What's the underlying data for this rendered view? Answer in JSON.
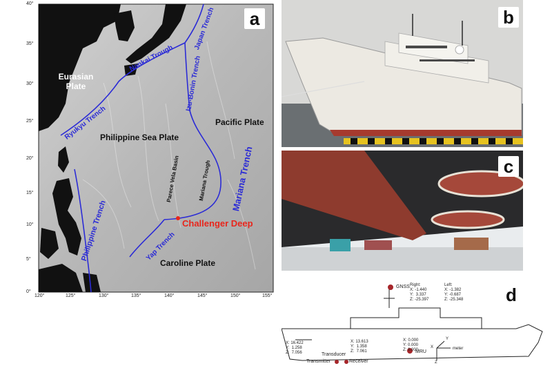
{
  "panels": {
    "a": {
      "letter": "a",
      "plates": {
        "eurasian_line1": "Eurasian",
        "eurasian_line2": "Plate",
        "philippine_sea": "Philippine Sea Plate",
        "pacific": "Pacific Plate",
        "caroline": "Caroline Plate"
      },
      "trenches": {
        "nankai": "Nankai Trough",
        "japan": "Japan Trench",
        "izu_bonin": "Izu-Bonin Trench",
        "ryukyu": "Ryukyu Trench",
        "parece_vela": "Parece Vela Basin",
        "mariana_trough": "Mariana Trough",
        "mariana_trench": "Mariana Trench",
        "philippine_trench": "Philippine Trench",
        "yap": "Yap Trench"
      },
      "challenger_deep": "Challenger Deep",
      "lat_ticks": [
        "40°",
        "35°",
        "30°",
        "25°",
        "20°",
        "15°",
        "10°",
        "5°",
        "0°"
      ],
      "lon_ticks": [
        "120°",
        "125°",
        "130°",
        "135°",
        "140°",
        "145°",
        "150°",
        "155°"
      ],
      "colors": {
        "trench_line": "#2b2bd6",
        "challenger": "#e8261c",
        "land": "#111111",
        "ocean": "#bdbdbd"
      }
    },
    "b": {
      "letter": "b"
    },
    "c": {
      "letter": "c"
    },
    "d": {
      "letter": "d",
      "gnss": "GNSS",
      "right_block": "Right:\nX: -1.440\nY:  3.337\nZ: -25.397",
      "left_block": "Left:\nX: -1.382\nY: -0.687\nZ: -25.348",
      "transmitter_coords": "X: 16.422\nY:  1.258\nZ:  7.056",
      "receiver_coords": "X: 13.613\nY:  1.358\nZ:  7.061",
      "mru_coords": "X: 0.000\nY: 0.000\nZ: 0.000",
      "transducer": "Transducer",
      "transmitter": "Transmitter",
      "receiver": "Receiver",
      "mru": "MRU",
      "axis_x": "X",
      "axis_y": "Y",
      "axis_z": "Z",
      "unit": "meter"
    }
  }
}
